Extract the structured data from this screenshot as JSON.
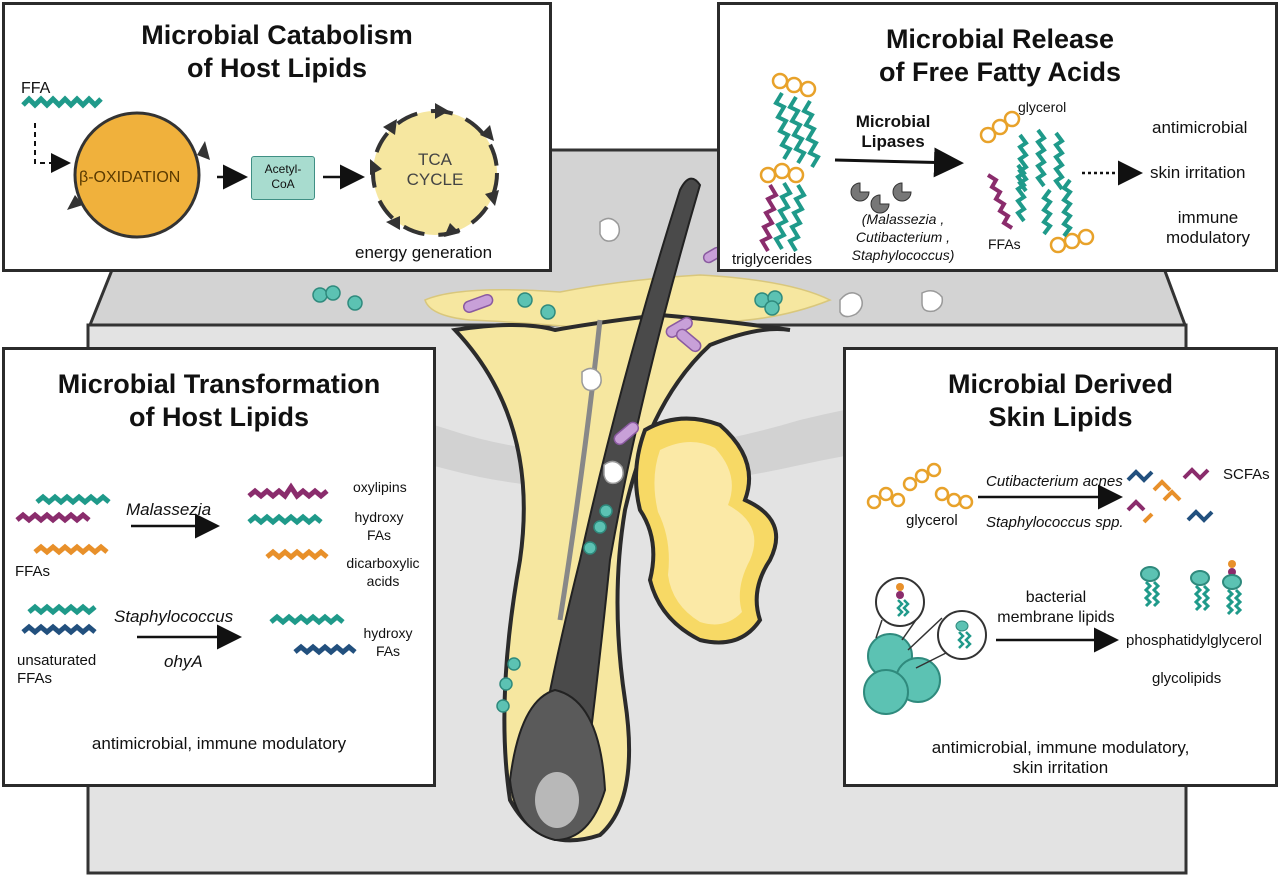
{
  "panels": {
    "catabolism": {
      "title_line1": "Microbial Catabolism",
      "title_line2": "of Host Lipids",
      "ffa": "FFA",
      "beta_oxidation": "β-OXIDATION",
      "acetyl_line1": "Acetyl-",
      "acetyl_line2": "CoA",
      "tca_line1": "TCA",
      "tca_line2": "CYCLE",
      "energy": "energy generation"
    },
    "release": {
      "title_line1": "Microbial Release",
      "title_line2": "of Free Fatty Acids",
      "triglycerides": "triglycerides",
      "lipases_line1": "Microbial",
      "lipases_line2": "Lipases",
      "org1": "(Malassezia ,",
      "org2": "Cutibacterium ,",
      "org3": "Staphylococcus)",
      "glycerol": "glycerol",
      "ffas": "FFAs",
      "effect1": "antimicrobial",
      "effect2": "skin irritation",
      "effect3_line1": "immune",
      "effect3_line2": "modulatory"
    },
    "transformation": {
      "title_line1": "Microbial Transformation",
      "title_line2": "of Host Lipids",
      "malassezia": "Malassezia",
      "ffas": "FFAs",
      "oxylipins": "oxylipins",
      "hydroxy1_line1": "hydroxy",
      "hydroxy1_line2": "FAs",
      "dicarb_line1": "dicarboxylic",
      "dicarb_line2": "acids",
      "staph": "Staphylococcus",
      "ohyA": "ohyA",
      "unsat_line1": "unsaturated",
      "unsat_line2": "FFAs",
      "hydroxy2_line1": "hydroxy",
      "hydroxy2_line2": "FAs",
      "footer": "antimicrobial, immune modulatory"
    },
    "derived": {
      "title_line1": "Microbial Derived",
      "title_line2": "Skin Lipids",
      "glycerol": "glycerol",
      "cuti": "Cutibacterium acnes",
      "staph": "Staphylococcus spp.",
      "scfas": "SCFAs",
      "bact_line1": "bacterial",
      "bact_line2": "membrane lipids",
      "pg": "phosphatidylglycerol",
      "glycolipids": "glycolipids",
      "footer_line1": "antimicrobial, immune modulatory,",
      "footer_line2": "skin irritation"
    }
  },
  "colors": {
    "teal": "#1f9a8a",
    "purple": "#8a2c6c",
    "orange": "#e8902a",
    "navy": "#22507e",
    "sebum": "#f6e7a0",
    "sebum_dark": "#e2c23c",
    "skin": "#e0e0e0",
    "glycerol": "#f2b441"
  }
}
